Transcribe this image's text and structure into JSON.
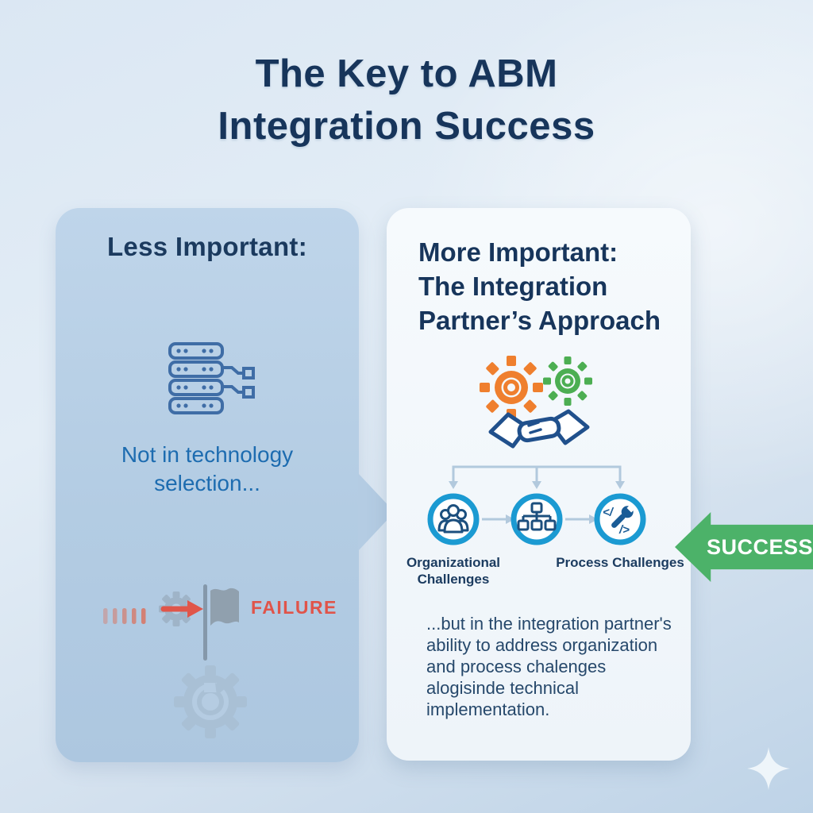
{
  "title": {
    "line1": "The Key to ABM",
    "line2": "Integration Success"
  },
  "left_panel": {
    "heading": "Less Important:",
    "caption": "Not in technology selection...",
    "failure_label": "FAILURE",
    "icons": [
      "server-stack-icon",
      "speed-lines-icon",
      "gear-arrow-icon",
      "flag-icon",
      "refresh-gear-icon"
    ]
  },
  "right_panel": {
    "heading_lines": [
      "More Important:",
      "The Integration",
      "Partner’s Approach"
    ],
    "icons": [
      "orange-gear-icon",
      "green-gear-icon",
      "handshake-icon",
      "people-icon",
      "hierarchy-icon",
      "code-wrench-icon"
    ],
    "flow": {
      "labels": [
        "Organizational Challenges",
        "Process Challenges"
      ]
    },
    "body_text": "...but in the integration partner's ability to address organization and process chalenges alogisinde technical implementation."
  },
  "success_banner": {
    "label": "SUCCESS"
  },
  "colors": {
    "title_navy": "#17355b",
    "left_panel_blue": "#b3cce3",
    "caption_blue": "#1d6cb0",
    "failure_red": "#e0544a",
    "server_icon_blue": "#3f6da6",
    "circle_ring_blue": "#1b9ad2",
    "icon_navy": "#1c4f7e",
    "gear_orange": "#ef7f2e",
    "gear_green": "#4cae52",
    "success_green": "#4cb269",
    "connector_blue": "#b2c9dd"
  }
}
